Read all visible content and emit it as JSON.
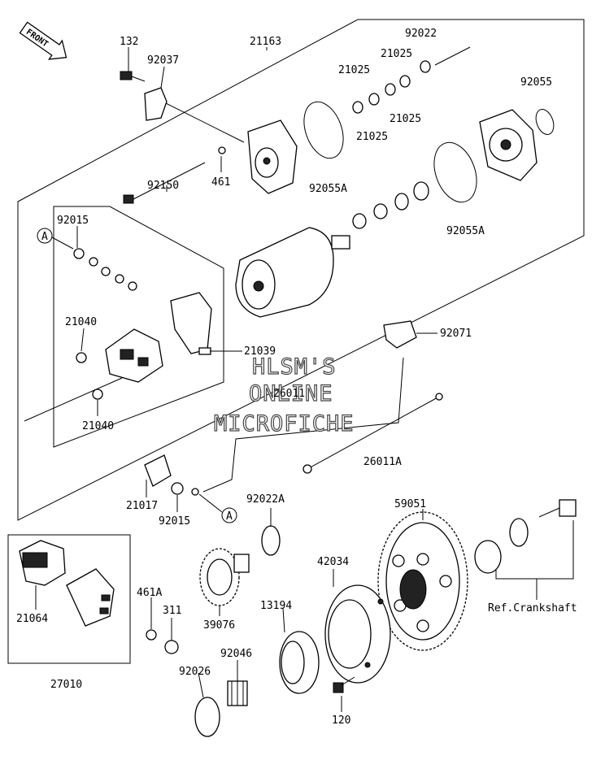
{
  "front_label": "FRONT",
  "marker_a": "A",
  "watermark": [
    "HLSM'S",
    "ONLINE",
    "MICROFICHE"
  ],
  "ref_label": "Ref.Crankshaft",
  "labels": {
    "p132": "132",
    "p92037": "92037",
    "p21163": "21163",
    "p92022": "92022",
    "p21025a": "21025",
    "p21025b": "21025",
    "p21025c": "21025",
    "p21025d": "21025",
    "p92055": "92055",
    "p461": "461",
    "p92150": "92150",
    "p92055A_top": "92055A",
    "p92055A_bot": "92055A",
    "p92015_top": "92015",
    "p21040_top": "21040",
    "p21040_bot": "21040",
    "p21039": "21039",
    "p92071": "92071",
    "p26011": "26011",
    "p26011A": "26011A",
    "p21017": "21017",
    "p92015_bot": "92015",
    "p92022A": "92022A",
    "p59051": "59051",
    "p42034": "42034",
    "p21064": "21064",
    "p461A": "461A",
    "p311": "311",
    "p39076": "39076",
    "p13194": "13194",
    "p92046": "92046",
    "p92026": "92026",
    "p27010": "27010",
    "p120": "120"
  }
}
